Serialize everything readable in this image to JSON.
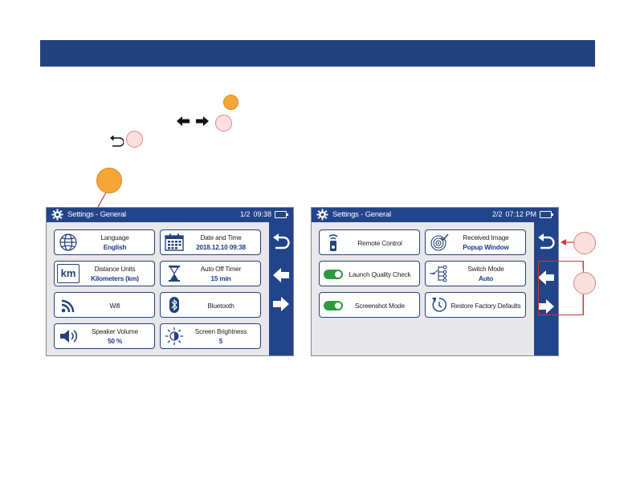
{
  "screen1": {
    "title": "Settings - General",
    "page": "1/2",
    "time": "09:38",
    "tiles": [
      {
        "label": "Language",
        "value": "English",
        "icon": "globe-icon"
      },
      {
        "label": "Date and Time",
        "value": "2018.12.10 09:38",
        "icon": "calendar-icon"
      },
      {
        "label": "Distance Units",
        "value": "Kilometers (km)",
        "icon": "km-icon",
        "icon_text": "km"
      },
      {
        "label": "Auto Off Timer",
        "value": "15 min",
        "icon": "hourglass-icon"
      },
      {
        "label": "Wifi",
        "icon": "wifi-icon"
      },
      {
        "label": "Bluetooth",
        "icon": "bluetooth-icon"
      },
      {
        "label": "Speaker Volume",
        "value": "50 %",
        "icon": "speaker-icon"
      },
      {
        "label": "Screen Brightness",
        "value": "5",
        "icon": "brightness-icon"
      }
    ]
  },
  "screen2": {
    "title": "Settings - General",
    "page": "2/2",
    "time": "07:12 PM",
    "tiles": [
      {
        "label": "Remote Control",
        "icon": "remote-icon"
      },
      {
        "label": "Received Image",
        "value": "Popup Window",
        "icon": "received-image-icon"
      },
      {
        "label": "Launch Quality Check",
        "icon": "toggle-on-icon"
      },
      {
        "label": "Switch Mode",
        "value": "Auto",
        "icon": "switch-icon"
      },
      {
        "label": "Screenshot Mode",
        "icon": "toggle-on-icon"
      },
      {
        "label": "Restore Factory Defaults",
        "icon": "restore-icon"
      }
    ]
  },
  "colors": {
    "banner": "#23417d",
    "titlebar": "#22448a",
    "accent_value": "#1e3b86",
    "toggle_on": "#2c9c3d",
    "callout_orange": "#f5a637",
    "callout_pink": "#fbe0dd",
    "highlight_red": "#d0343a"
  }
}
